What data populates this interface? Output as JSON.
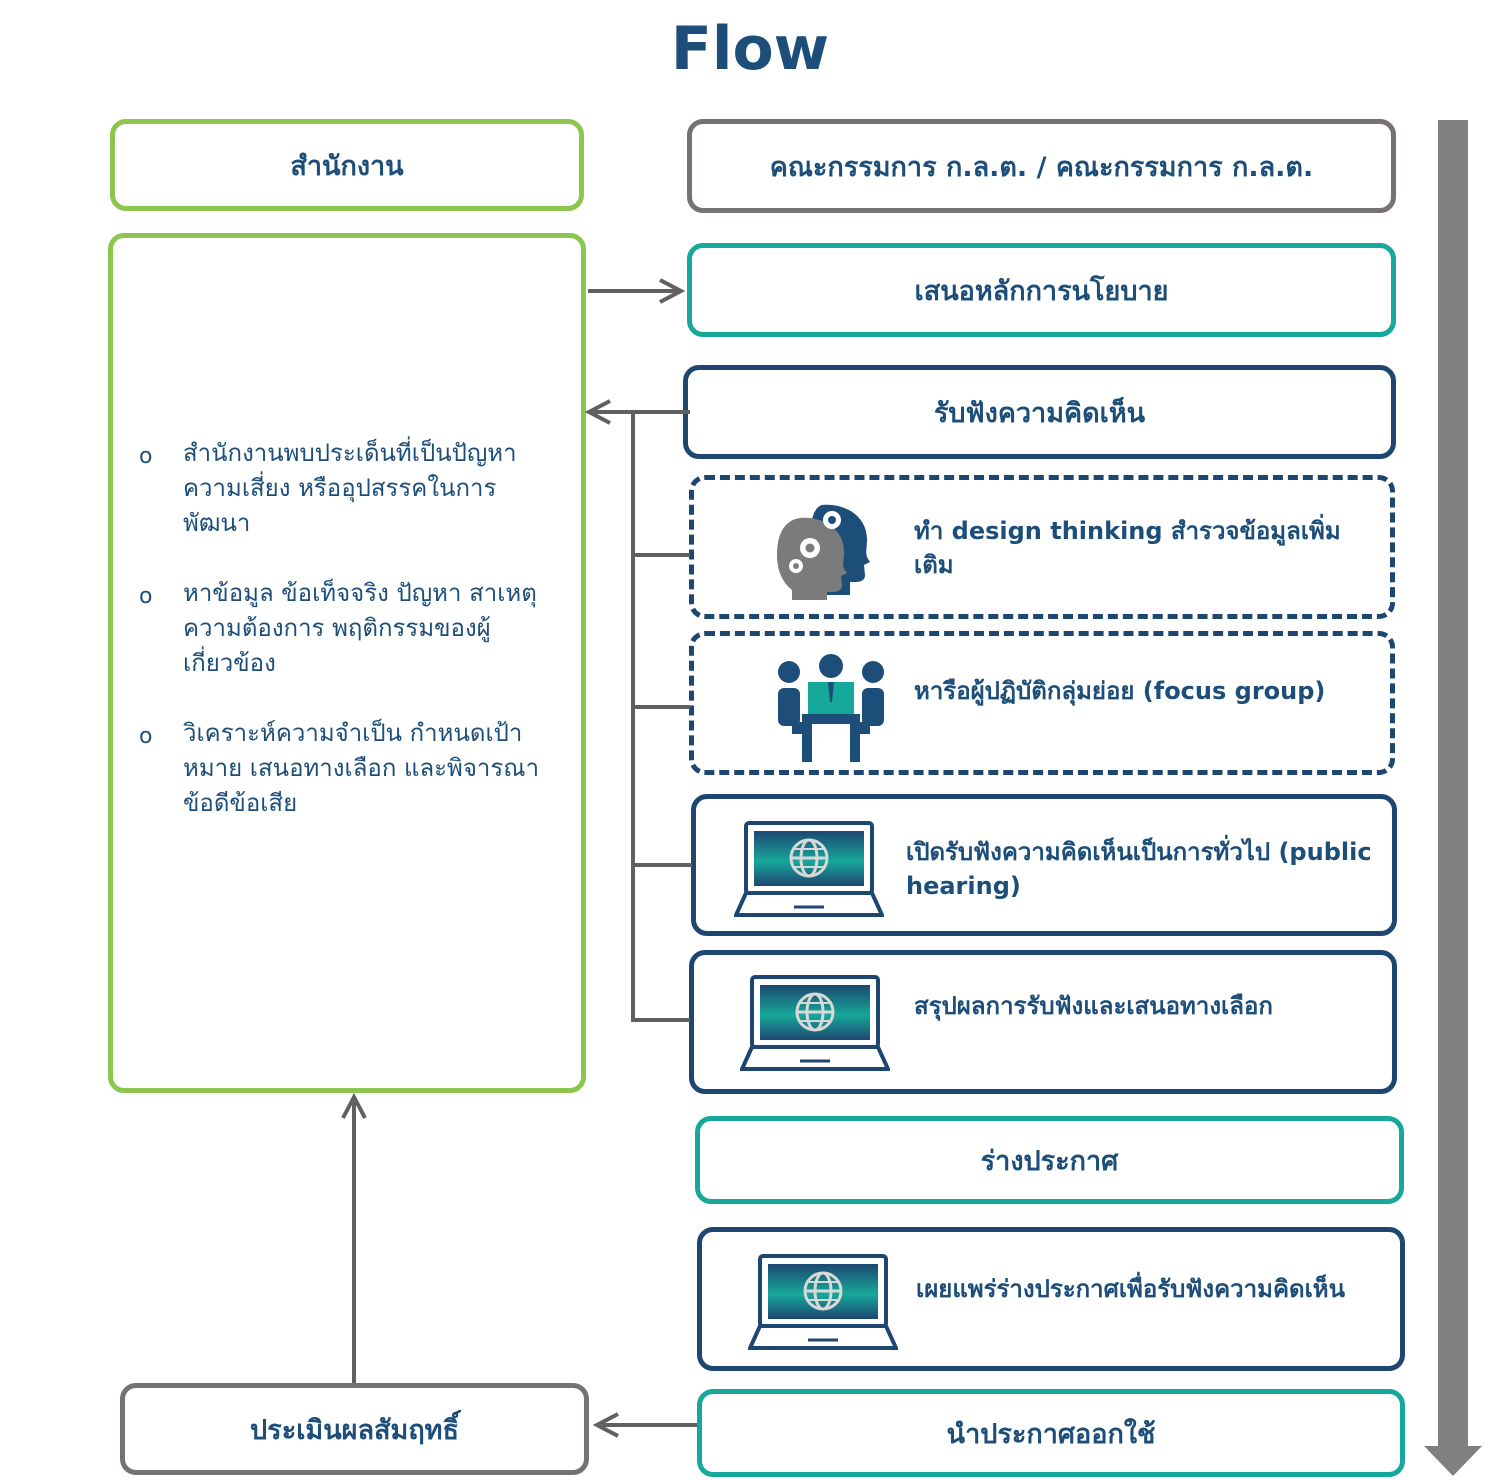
{
  "title": "Flow",
  "left_header": "สำนักงาน",
  "right_header": "คณะกรรมการ ก.ล.ต. / คณะกรรมการ ก.ล.ต.",
  "office_items": [
    "สำนักงานพบประเด็นที่เป็นปัญหา ความเสี่ยง หรืออุปสรรคในการพัฒนา",
    "หาข้อมูล ข้อเท็จจริง ปัญหา สาเหตุ ความต้องการ พฤติกรรมของผู้เกี่ยวข้อง",
    "วิเคราะห์ความจำเป็น กำหนดเป้าหมาย เสนอทางเลือก และพิจารณาข้อดีข้อเสีย"
  ],
  "bullet_mark": "o",
  "steps": {
    "policy": "เสนอหลักการนโยบาย",
    "hearing": "รับฟังความคิดเห็น",
    "design_thinking": "ทำ design thinking สำรวจข้อมูลเพิ่มเติม",
    "focus_group": "หารือผู้ปฏิบัติกลุ่มย่อย (focus group)",
    "public_hearing": "เปิดรับฟังความคิดเห็นเป็นการทั่วไป (public hearing)",
    "summary": "สรุปผลการรับฟังและเสนอทางเลือก",
    "draft": "ร่างประกาศ",
    "publish_draft": "เผยแพร่ร่างประกาศเพื่อรับฟังความคิดเห็น",
    "enforce": "นำประกาศออกใช้"
  },
  "evaluate": "ประเมินผลสัมฤทธิ์",
  "icons": {
    "design_thinking": "heads-with-gears-icon",
    "focus_group": "meeting-people-icon",
    "laptop": "laptop-globe-icon"
  },
  "colors": {
    "title": "#1d4e7a",
    "green": "#8cc64f",
    "grey": "#767272",
    "teal": "#16a89a",
    "navy": "#1d4670",
    "arrow": "#606060",
    "timeline": "#808080"
  }
}
